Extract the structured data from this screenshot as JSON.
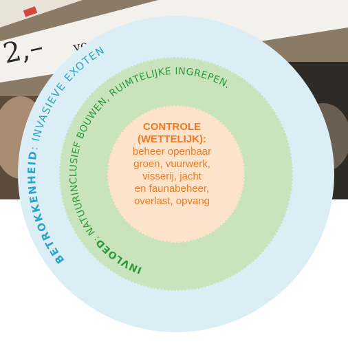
{
  "colors": {
    "outer_fill": "#dbeef5",
    "middle_fill": "#c9e4bd",
    "inner_fill": "#fde3c9",
    "outer_text": "#29a3c7",
    "middle_text": "#2a9b3c",
    "inner_text": "#f07a24",
    "photo_bg": "#7a6a58"
  },
  "outer_ring": {
    "label_bold": "BETROKKENHEID",
    "label_rest": ": INVASIEVE EXOTEN"
  },
  "middle_ring": {
    "label_bold": "INVLOED",
    "label_rest_top": ": NATUURINCLUSIEF BOUWEN, RUIMTELIJKE INGREPEN."
  },
  "center": {
    "title_1": "CONTROLE",
    "title_2": "(WETTELIJK):",
    "lines": [
      "beheer openbaar",
      "groen, vuurwerk,",
      "visserij, jacht",
      "en faunabeheer,",
      "overlast, opvang"
    ]
  },
  "photo": {
    "price_text": "2,–",
    "voor_text": "voo"
  }
}
